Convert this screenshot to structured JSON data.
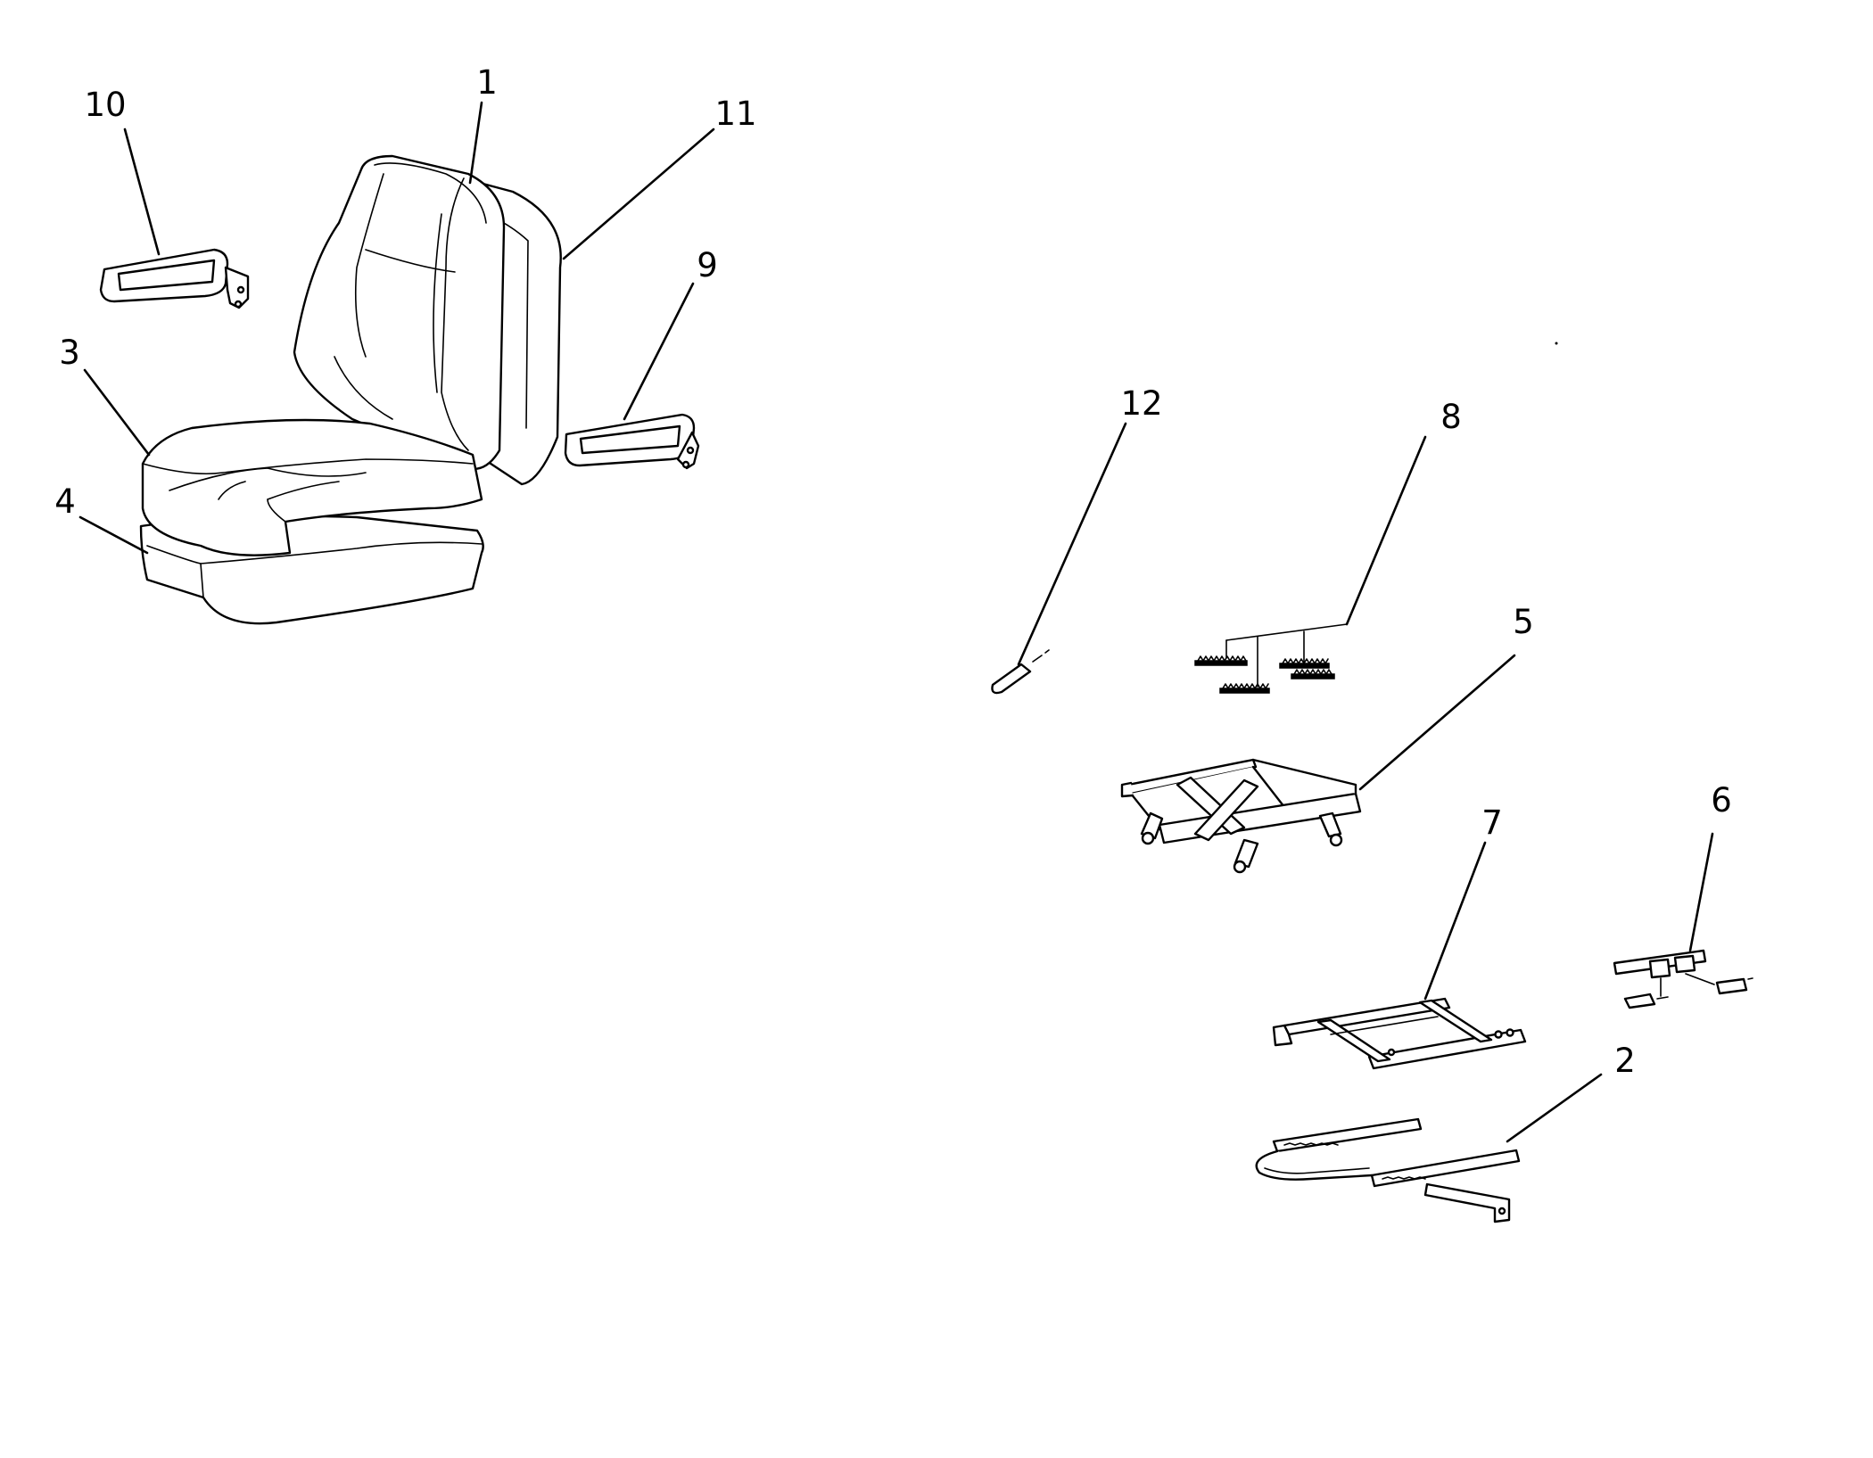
{
  "diagram": {
    "callouts": [
      "1",
      "2",
      "3",
      "4",
      "5",
      "6",
      "7",
      "8",
      "9",
      "10",
      "11",
      "12"
    ],
    "parts": [
      "seat-back",
      "slide-rail-assembly",
      "seat-cushion",
      "cushion-base",
      "suspension-scissor",
      "lever-bracket-set",
      "mounting-frame",
      "fastener-set",
      "right-armrest",
      "left-armrest",
      "rear-back-panel",
      "pin"
    ],
    "colors": {
      "line": "#000000",
      "background": "#ffffff"
    }
  }
}
